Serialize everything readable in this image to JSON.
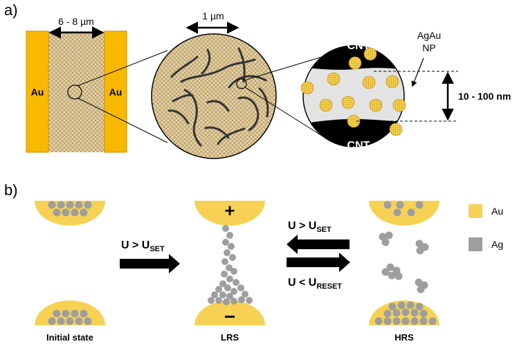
{
  "panel_a": {
    "label": "a)",
    "electrode_left": "Au",
    "electrode_right": "Au",
    "gap_dimension": "6 - 8 µm",
    "zoom_dimension": "1 µm",
    "cnt_top": "CNT",
    "cnt_bottom": "CNT",
    "np_label_line1": "AgAu",
    "np_label_line2": "NP",
    "gap_range": "10 - 100 nm"
  },
  "panel_b": {
    "label": "b)",
    "set_cond_main": "U > U",
    "set_cond_sub": "SET",
    "reset_cond_main": "U < U",
    "reset_cond_sub": "RESET",
    "plus_sign": "+",
    "minus_sign": "−",
    "states": [
      "Initial state",
      "LRS",
      "HRS"
    ],
    "legend": [
      {
        "label": "Au",
        "color": "#f7d154"
      },
      {
        "label": "Ag",
        "color": "#9e9e9e"
      }
    ]
  },
  "colors": {
    "gold": "#f9b800",
    "cap_gold": "#f7d154",
    "silver": "#9e9e9e",
    "tan": "#e7d3a6",
    "black": "#000000"
  }
}
